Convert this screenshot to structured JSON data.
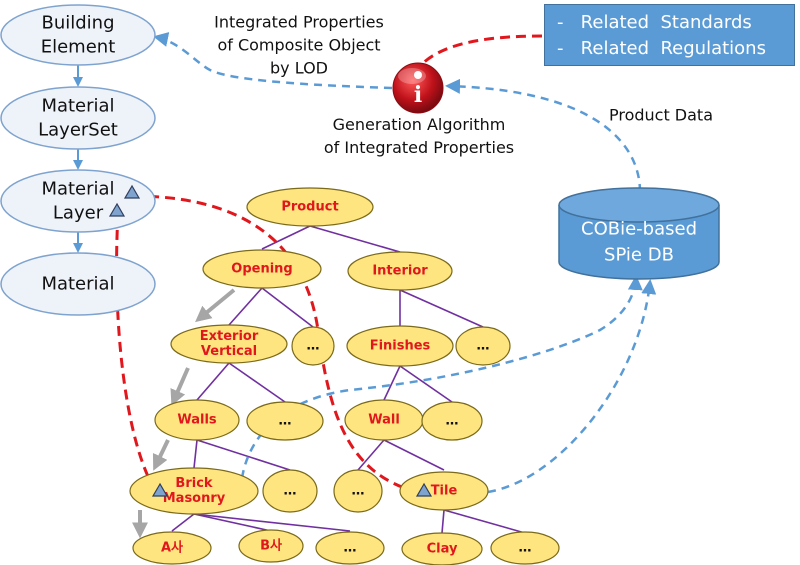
{
  "hierarchy": [
    {
      "id": "building-element",
      "lines": [
        "Building",
        "Element"
      ]
    },
    {
      "id": "material-layerset",
      "lines": [
        "Material",
        "LayerSet"
      ]
    },
    {
      "id": "material-layer",
      "lines": [
        "Material",
        "Layer"
      ]
    },
    {
      "id": "material",
      "lines": [
        "Material"
      ]
    }
  ],
  "captions": {
    "integrated": [
      "Integrated Properties",
      "of Composite Object",
      "by LOD"
    ],
    "algorithm": [
      "Generation Algorithm",
      "of Integrated Properties"
    ],
    "product_data": "Product Data"
  },
  "standards": {
    "items": [
      "Related  Standards",
      "Related  Regulations"
    ],
    "bullet": "-"
  },
  "info_icon": {
    "glyph": "i",
    "color": "#c0121b"
  },
  "database": {
    "lines": [
      "COBie-based",
      "SPie  DB"
    ],
    "color": "#5b9bd5"
  },
  "tree_nodes": [
    {
      "id": "product",
      "lines": [
        "Product"
      ],
      "red": true
    },
    {
      "id": "opening",
      "lines": [
        "Opening"
      ],
      "red": true
    },
    {
      "id": "interior",
      "lines": [
        "Interior"
      ],
      "red": true
    },
    {
      "id": "exterior-vertical",
      "lines": [
        "Exterior",
        "Vertical"
      ],
      "red": true
    },
    {
      "id": "dots-1",
      "lines": [
        "…"
      ],
      "red": false
    },
    {
      "id": "finishes",
      "lines": [
        "Finishes"
      ],
      "red": true
    },
    {
      "id": "dots-2",
      "lines": [
        "…"
      ],
      "red": false
    },
    {
      "id": "walls",
      "lines": [
        "Walls"
      ],
      "red": true
    },
    {
      "id": "dots-3",
      "lines": [
        "…"
      ],
      "red": false
    },
    {
      "id": "wall",
      "lines": [
        "Wall"
      ],
      "red": true
    },
    {
      "id": "dots-4",
      "lines": [
        "…"
      ],
      "red": false
    },
    {
      "id": "brick-masonry",
      "lines": [
        "Brick",
        "Masonry"
      ],
      "red": true
    },
    {
      "id": "dots-5",
      "lines": [
        "…"
      ],
      "red": false
    },
    {
      "id": "dots-6",
      "lines": [
        "…"
      ],
      "red": false
    },
    {
      "id": "tile",
      "lines": [
        "Tile"
      ],
      "red": true
    },
    {
      "id": "a-company",
      "lines": [
        "A사"
      ],
      "red": true
    },
    {
      "id": "b-company",
      "lines": [
        "B사"
      ],
      "red": true
    },
    {
      "id": "dots-7",
      "lines": [
        "…"
      ],
      "red": false
    },
    {
      "id": "clay",
      "lines": [
        "Clay"
      ],
      "red": true
    },
    {
      "id": "dots-8",
      "lines": [
        "…"
      ],
      "red": false
    }
  ],
  "colors": {
    "hier_fill": "#eef3fa",
    "hier_stroke": "#7fa3cf",
    "node_fill": "#ffe57f",
    "node_stroke": "#7a6a1a",
    "tree_edge": "#7030a0",
    "red_dash": "#e0181e",
    "blue_dash": "#5b9bd5",
    "gray_arrow": "#a6a6a6"
  }
}
